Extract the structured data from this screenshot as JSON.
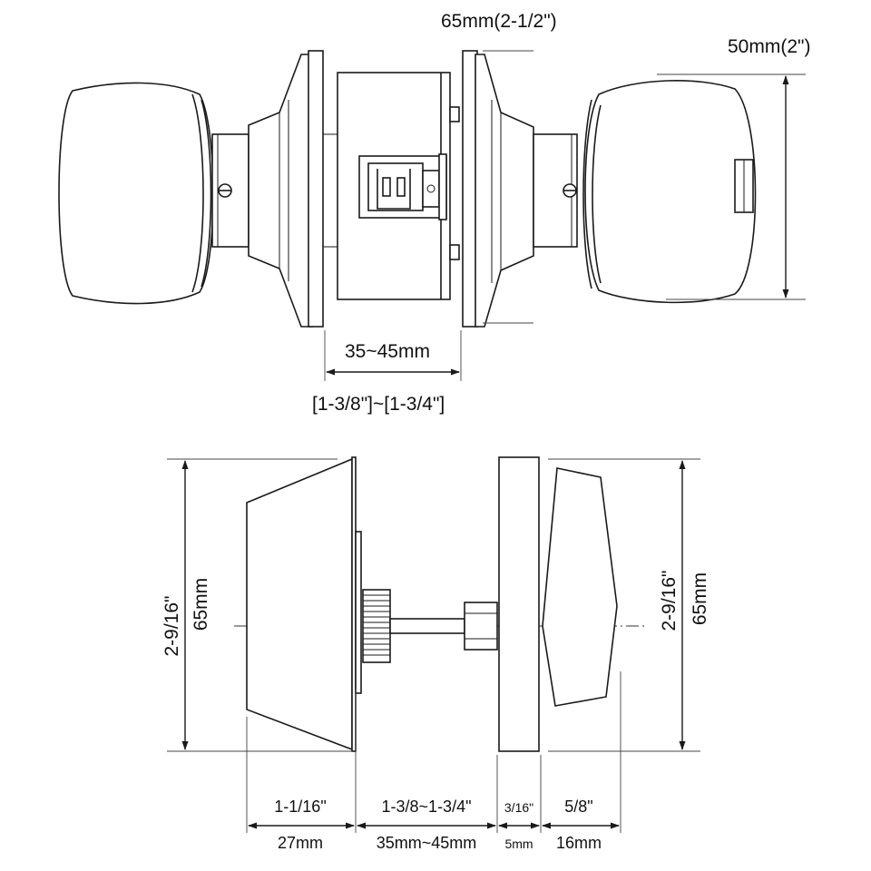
{
  "top_view": {
    "backset_depth_label": "65mm(2-1/2\")",
    "knob_diameter_label": "50mm(2\")",
    "door_thickness_mm": "35~45mm",
    "door_thickness_in": "[1-3/8\"]~[1-3/4\"]"
  },
  "side_view": {
    "left_height_in": "2-9/16\"",
    "left_height_mm": "65mm",
    "right_height_in": "2-9/16\"",
    "right_height_mm": "65mm",
    "dim1_in": "1-1/16\"",
    "dim1_mm": "27mm",
    "dim2_in": "1-3/8~1-3/4\"",
    "dim2_mm": "35mm~45mm",
    "dim3_in": "3/16\"",
    "dim3_mm": "5mm",
    "dim4_in": "5/8\"",
    "dim4_mm": "16mm"
  }
}
